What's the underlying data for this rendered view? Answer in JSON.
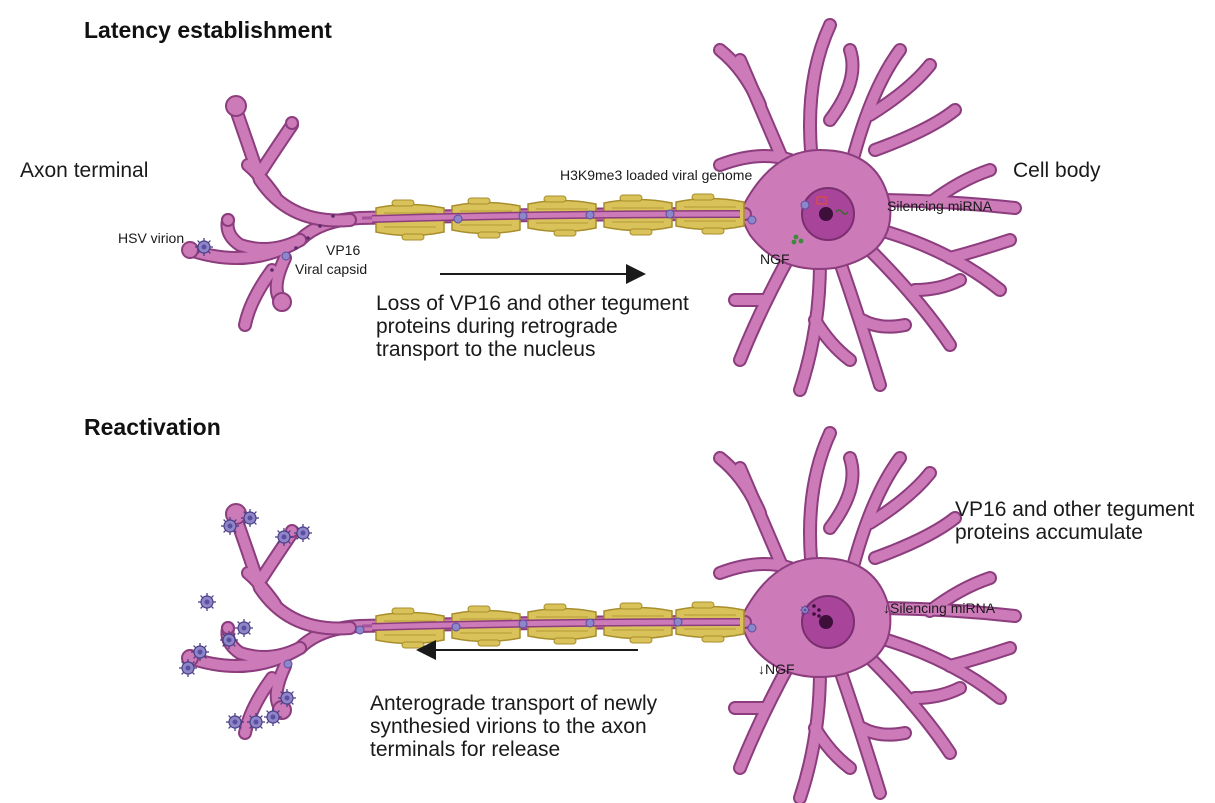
{
  "colors": {
    "neuron": "#cc7ab8",
    "neuron_outline": "#8c3d7e",
    "axon_core": "#a4529a",
    "myelin": "#d9c25a",
    "myelin_outline": "#a88e2c",
    "virion": "#8e86c8",
    "nucleus": "#a8449a",
    "nucleolus": "#3d0f3a",
    "arrow": "#1a1a1a"
  },
  "icons": [
    "neuron-shape",
    "myelin-sheath",
    "hsv-virion-icon",
    "viral-capsid-icon",
    "ngf-dots-icon",
    "arrow-icon"
  ],
  "latency": {
    "title": "Latency establishment",
    "axon_terminal": "Axon terminal",
    "cell_body": "Cell body",
    "hsv_virion": "HSV virion",
    "vp16": "VP16",
    "viral_capsid": "Viral capsid",
    "h3k9me3": "H3K9me3 loaded viral genome",
    "silencing_mirna": "Silencing miRNA",
    "ngf": "NGF",
    "transport_lines": [
      "Loss of VP16 and other tegument",
      "proteins during retrograde",
      "transport to the nucleus"
    ]
  },
  "reactivation": {
    "title": "Reactivation",
    "accumulate_lines": [
      "VP16 and other tegument",
      "proteins accumulate"
    ],
    "silencing_mirna": "↓Silencing miRNA",
    "ngf": "↓NGF",
    "transport_lines": [
      "Anterograde transport of newly",
      "synthesied virions to the axon",
      "terminals for release"
    ]
  }
}
